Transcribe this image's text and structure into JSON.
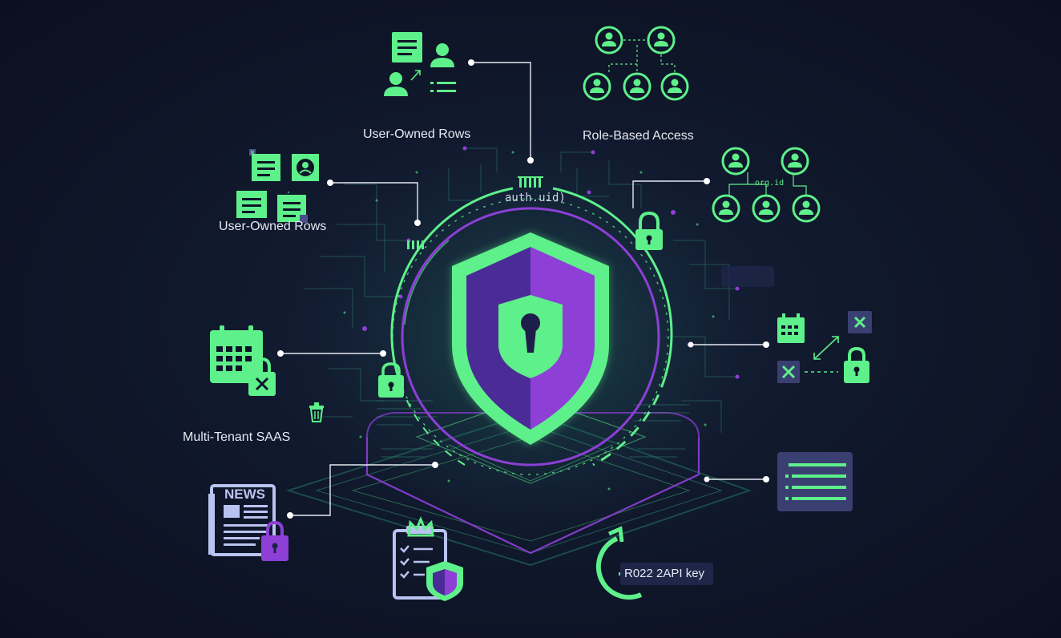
{
  "labels": {
    "user_owned_rows_top": "User-Owned Rows",
    "role_based_access": "Role-Based Access",
    "user_owned_rows_left": "User-Owned Rows",
    "multi_tenant_saas": "Multi-Tenant SAAS",
    "auth_uid": "auth.uid)",
    "org_id": "org.id",
    "news": "NEWS",
    "api_key": "R022 2API key"
  },
  "colors": {
    "background": "#0e1528",
    "accent_green": "#5ef08a",
    "accent_purple": "#8d3fd6",
    "shield_left": "#4b2c97",
    "pale_blue": "#b9c3f0",
    "text": "#e6e9f2"
  },
  "icons": [
    "document-icon",
    "user-icon",
    "user-group-icon",
    "padlock-icon",
    "calendar-icon",
    "trash-icon",
    "newspaper-icon",
    "clipboard-icon",
    "crown-icon",
    "shield-keyhole-icon",
    "timer-icon",
    "list-icon",
    "x-box-icon"
  ]
}
